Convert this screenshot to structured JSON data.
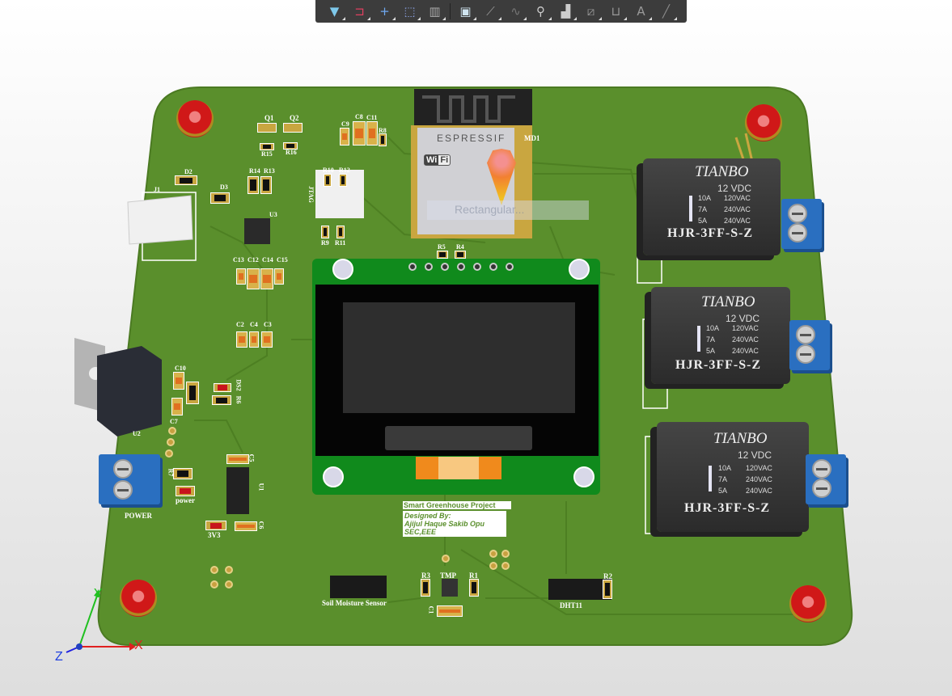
{
  "toolbar": {
    "items": [
      {
        "icon": "filter-icon",
        "glyph": "▼",
        "color": "#7ec8ea"
      },
      {
        "icon": "interactive-routing-magnet-icon",
        "glyph": "⊐",
        "color": "#e04060"
      },
      {
        "icon": "crosshair-icon",
        "glyph": "+",
        "color": "#6fa8f0"
      },
      {
        "icon": "rectangle-select-icon",
        "glyph": "⬚",
        "color": "#8aa0e0"
      },
      {
        "icon": "align-icon",
        "glyph": "▥",
        "color": "#aaaaaa"
      },
      {
        "icon": "component-icon",
        "glyph": "▣",
        "color": "#cfe4f0"
      },
      {
        "icon": "route-icon",
        "glyph": "⟋",
        "color": "#999999"
      },
      {
        "icon": "diff-pair-icon",
        "glyph": "∿",
        "color": "#777777"
      },
      {
        "icon": "via-icon",
        "glyph": "⚲",
        "color": "#cccccc"
      },
      {
        "icon": "polygon-fill-icon",
        "glyph": "▟",
        "color": "#cccccc"
      },
      {
        "icon": "dimension-icon",
        "glyph": "⧄",
        "color": "#999999"
      },
      {
        "icon": "designator-icon",
        "glyph": "⊔",
        "color": "#999999"
      },
      {
        "icon": "text-icon",
        "glyph": "A",
        "color": "#999999"
      },
      {
        "icon": "line-icon",
        "glyph": "╱",
        "color": "#888888"
      }
    ]
  },
  "esp": {
    "brand": "ESPRESSIF",
    "wifi_a": "Wi",
    "wifi_b": "Fi",
    "designator": "MD1"
  },
  "tooltip": "Rectangular...",
  "relays": [
    {
      "brand": "TIANBO",
      "voltage": "12 VDC",
      "ratings": [
        [
          "10A",
          "120VAC"
        ],
        [
          "7A",
          "240VAC"
        ],
        [
          "5A",
          "240VAC"
        ]
      ],
      "model": "HJR-3FF-S-Z"
    },
    {
      "brand": "TIANBO",
      "voltage": "12 VDC",
      "ratings": [
        [
          "10A",
          "120VAC"
        ],
        [
          "7A",
          "240VAC"
        ],
        [
          "5A",
          "240VAC"
        ]
      ],
      "model": "HJR-3FF-S-Z"
    },
    {
      "brand": "TIANBO",
      "voltage": "12 VDC",
      "ratings": [
        [
          "10A",
          "120VAC"
        ],
        [
          "7A",
          "240VAC"
        ],
        [
          "5A",
          "240VAC"
        ]
      ],
      "model": "HJR-3FF-S-Z"
    }
  ],
  "silk": {
    "q1": "Q1",
    "q2": "Q2",
    "r15": "R15",
    "r16": "R16",
    "r14": "R14",
    "r13": "R13",
    "d2": "D2",
    "d3": "D3",
    "j1": "J1",
    "u3": "U3",
    "c9": "C9",
    "c8": "C8",
    "c11": "C11",
    "r8": "R8",
    "r10": "R10",
    "r12": "R12",
    "jtag": "JTAG",
    "r9": "R9",
    "r11": "R11",
    "r5": "R5",
    "r4": "R4",
    "c13": "C13",
    "c12": "C12",
    "c14": "C14",
    "c15": "C15",
    "c2": "C2",
    "c4": "C4",
    "c3": "C3",
    "c10": "C10",
    "c7": "C7",
    "u2": "U2",
    "ds2": "DS2",
    "r6": "R6",
    "c5": "C5",
    "r7": "R7",
    "u1": "U1",
    "power_led": "power",
    "power": "POWER",
    "v3v3": "3V3",
    "c6": "C6",
    "r3": "R3",
    "tmp": "TMP",
    "r1": "R1",
    "r2": "R2",
    "c1": "C1",
    "soil": "Soil Moisture Sensor",
    "dht": "DHT11"
  },
  "title_block": {
    "project": "Smart Greenhouse Project",
    "designed_by": "Designed By:",
    "author": "Ajijul Haque Sakib Opu",
    "dept": "SEC,EEE"
  },
  "axes": {
    "x": "X",
    "y": "Y",
    "z": "Z"
  }
}
